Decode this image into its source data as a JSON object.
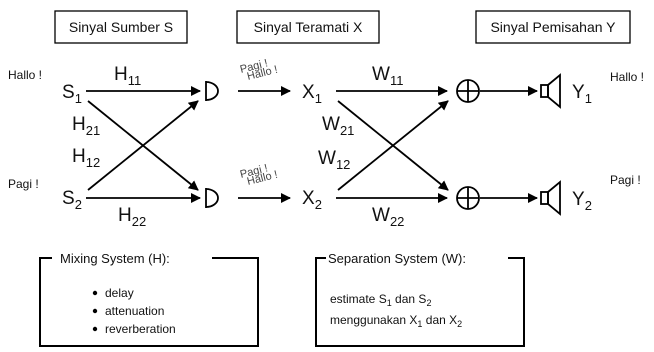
{
  "headers": {
    "source": "Sinyal Sumber S",
    "observed": "Sinyal Teramati X",
    "separated": "Sinyal Pemisahan Y"
  },
  "speech": {
    "hallo": "Hallo !",
    "pagi": "Pagi !",
    "mixed_top_a": "Pagi !",
    "mixed_top_b": "Hallo !",
    "mixed_bot_a": "Pagi !",
    "mixed_bot_b": "Hallo !"
  },
  "symbols": {
    "s": "S",
    "x": "X",
    "y": "Y",
    "h": "H",
    "w": "W",
    "i1": "1",
    "i2": "2",
    "i11": "11",
    "i12": "12",
    "i21": "21",
    "i22": "22"
  },
  "mixing_box": {
    "title": "Mixing System (H):",
    "items": [
      "delay",
      "attenuation",
      "reverberation"
    ]
  },
  "separation_box": {
    "title": "Separation System (W):",
    "line1_a": "estimate ",
    "line1_b": " dan ",
    "line2_a": "menggunakan ",
    "line2_b": " dan "
  },
  "icons": [
    "microphone-icon",
    "adder-icon",
    "speaker-icon"
  ]
}
